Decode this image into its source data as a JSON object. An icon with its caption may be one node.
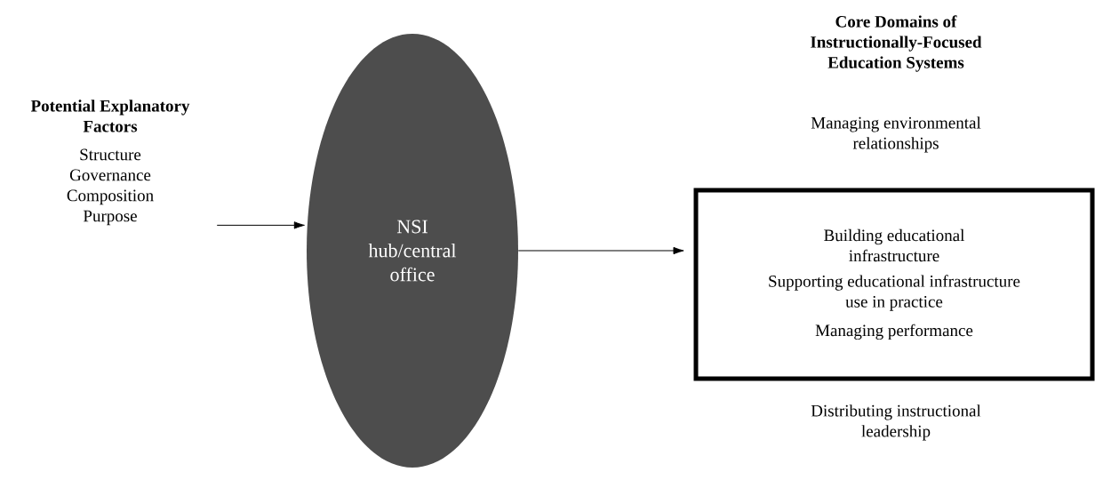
{
  "diagram": {
    "nodes": [
      {
        "text": [
          "Potential Explanatory Factors",
          "Structure Governance Composition Purpose"
        ]
      },
      {
        "text": [
          "NSI hub/central office"
        ]
      },
      {
        "text": [
          "Building educational infrastructure",
          "Supporting educational infrastructure use in practice",
          "Managing performance"
        ]
      }
    ],
    "edges": [
      {
        "from": 0,
        "to": 1,
        "arrow": "to"
      },
      {
        "from": 1,
        "to": 2,
        "arrow": "to"
      }
    ],
    "labels": [
      "Core Domains of Instructionally-Focused Education Systems",
      "Managing environmental relationships",
      "Distributing instructional leadership"
    ]
  }
}
